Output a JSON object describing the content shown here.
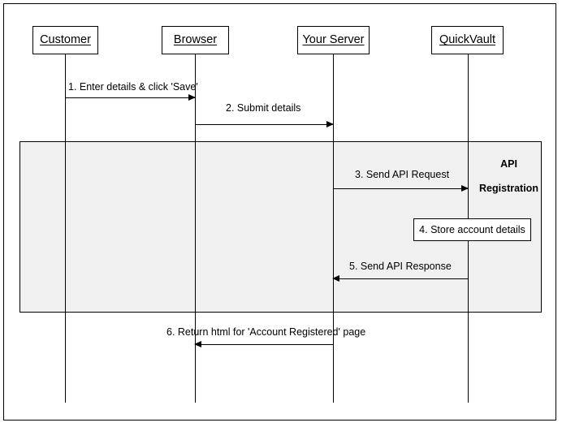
{
  "diagram": {
    "type": "sequence-diagram",
    "background_color": "#ffffff",
    "line_color": "#000000",
    "fragment_fill_color": "#f0f0f0"
  },
  "participants": [
    {
      "name": "customer",
      "label": "Customer"
    },
    {
      "name": "browser",
      "label": "Browser"
    },
    {
      "name": "your-server",
      "label": "Your Server"
    },
    {
      "name": "quickvault",
      "label": "QuickVault"
    }
  ],
  "fragment": {
    "label": "API\nRegistration",
    "label_line_1": "API",
    "label_line_2": "Registration"
  },
  "messages": [
    {
      "number": "1",
      "label": "1. Enter details & click 'Save'",
      "from": "customer",
      "to": "browser",
      "direction": "right"
    },
    {
      "number": "2",
      "label": "2. Submit details",
      "from": "browser",
      "to": "your-server",
      "direction": "right"
    },
    {
      "number": "3",
      "label": "3. Send API Request",
      "from": "your-server",
      "to": "quickvault",
      "direction": "right"
    },
    {
      "number": "5",
      "label": "5. Send API Response",
      "from": "quickvault",
      "to": "your-server",
      "direction": "left"
    },
    {
      "number": "6",
      "label": "6. Return html for 'Account Registered' page",
      "from": "your-server",
      "to": "browser",
      "direction": "left"
    }
  ],
  "notes": [
    {
      "number": "4",
      "label": "4. Store account details",
      "on": "quickvault"
    }
  ]
}
